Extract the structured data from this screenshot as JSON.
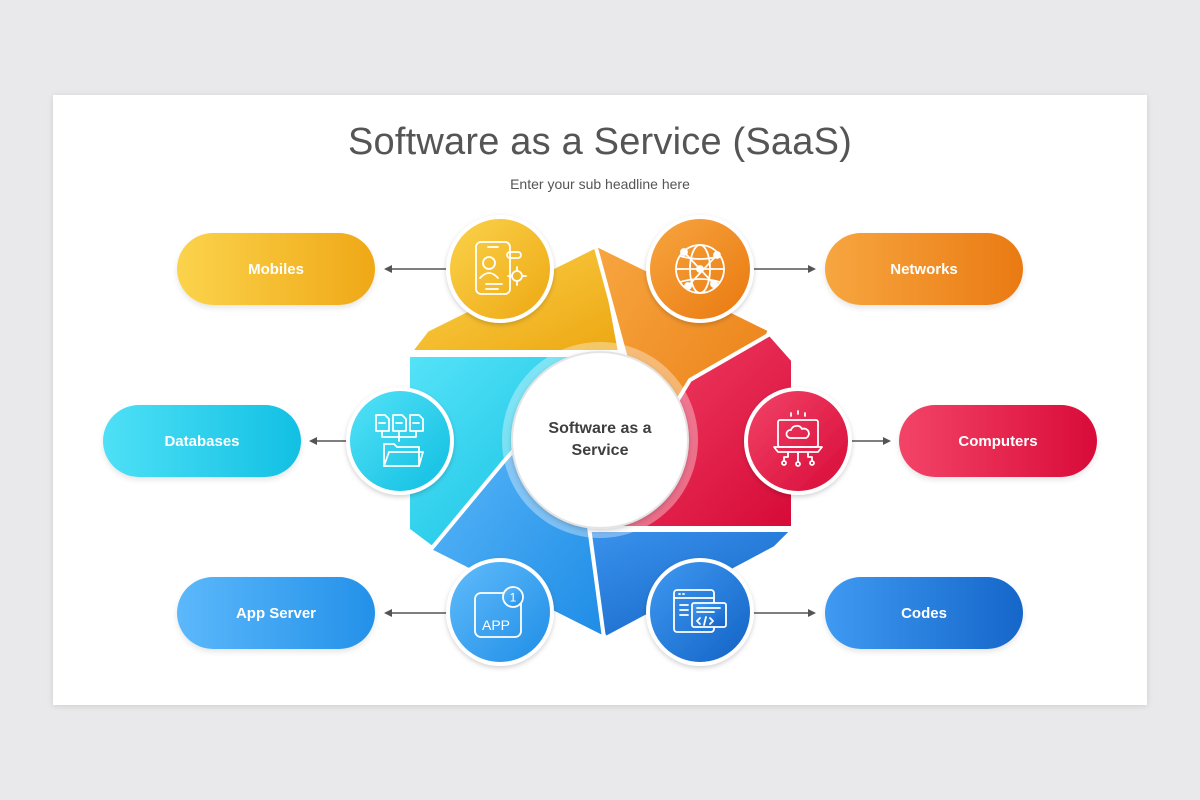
{
  "header": {
    "title": "Software as a Service (SaaS)",
    "subtitle": "Enter your sub headline here"
  },
  "center": {
    "label": "Software as a Service"
  },
  "items": [
    {
      "label": "Mobiles",
      "icon": "mobile-user-icon",
      "color_from": "#fbd34c",
      "color_to": "#efa816"
    },
    {
      "label": "Networks",
      "icon": "globe-network-icon",
      "color_from": "#f7a640",
      "color_to": "#ea7a12"
    },
    {
      "label": "Computers",
      "icon": "cloud-laptop-icon",
      "color_from": "#f34468",
      "color_to": "#d90b38"
    },
    {
      "label": "Codes",
      "icon": "code-window-icon",
      "color_from": "#3f9af2",
      "color_to": "#1566c9"
    },
    {
      "label": "App Server",
      "icon": "app-badge-icon",
      "color_from": "#5cb8fb",
      "color_to": "#2391e9"
    },
    {
      "label": "Databases",
      "icon": "files-folder-icon",
      "color_from": "#4ee0f6",
      "color_to": "#12c0e3"
    }
  ],
  "app_icon": {
    "text": "APP",
    "badge": "1"
  }
}
